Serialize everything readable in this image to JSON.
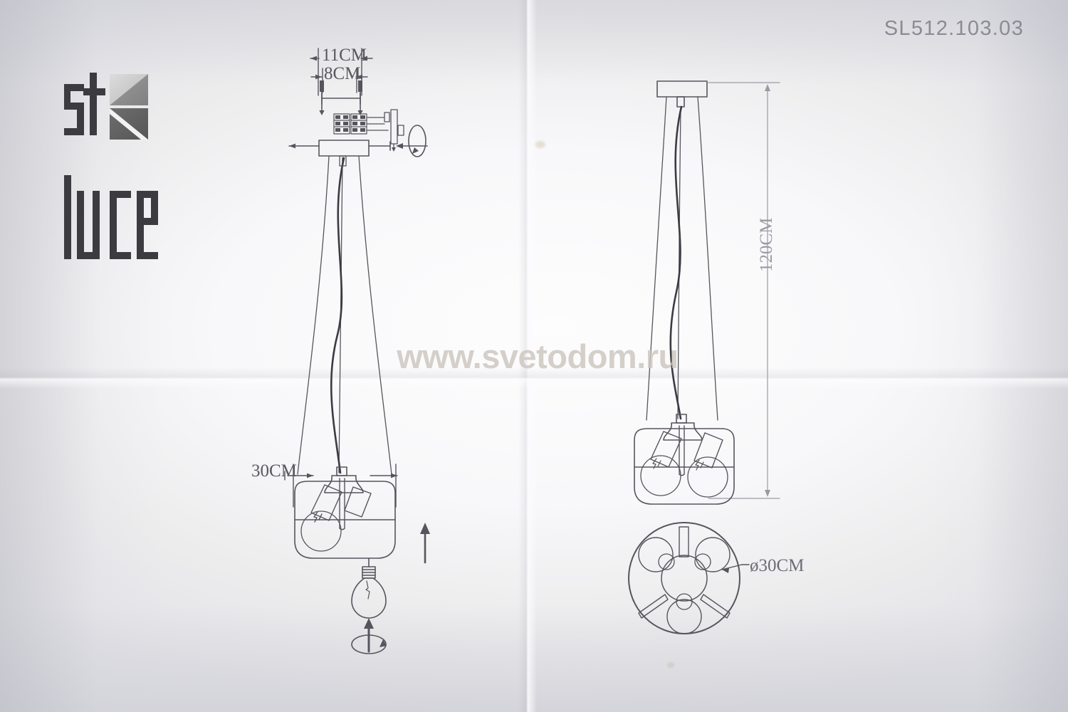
{
  "document": {
    "product_code": "SL512.103.03",
    "watermark": "www.svetodom.ru",
    "brand": {
      "name_top": "St",
      "name_bottom": "luce",
      "emblem": "square-diagonal-emblem"
    }
  },
  "dimensions": {
    "bracket_outer": "11CM",
    "bracket_inner": "8CM",
    "shade_diameter": "30CM",
    "total_drop": "120CM",
    "plan_diameter": "ø30CM"
  },
  "colors": {
    "paper": "#f7f7f9",
    "paper_edge": "#e3e3e8",
    "ink": "#4a4a52",
    "ink_light": "#7d7d86",
    "watermark": "#cdc6c0",
    "code_text": "#8b8b95"
  },
  "views": {
    "left": {
      "name": "assembly-exploded-view",
      "parts": [
        "mounting-bracket",
        "screws",
        "terminal-block",
        "ceiling-canopy",
        "suspension-cables",
        "power-cord",
        "glass-shade",
        "lamp-holders",
        "bulb"
      ],
      "annotations": [
        "rotation-arrow-right",
        "insert-arrow-up",
        "bulb-rotation-arrow"
      ]
    },
    "right": {
      "name": "installed-elevation-view",
      "parts": [
        "ceiling-canopy",
        "suspension-cables",
        "power-cord",
        "glass-shade",
        "lamp-holders",
        "bulbs"
      ]
    },
    "bottom_right": {
      "name": "plan-bottom-view",
      "parts": [
        "shade-outline-circle",
        "center-hub",
        "three-bulbs",
        "radial-arms"
      ]
    }
  }
}
